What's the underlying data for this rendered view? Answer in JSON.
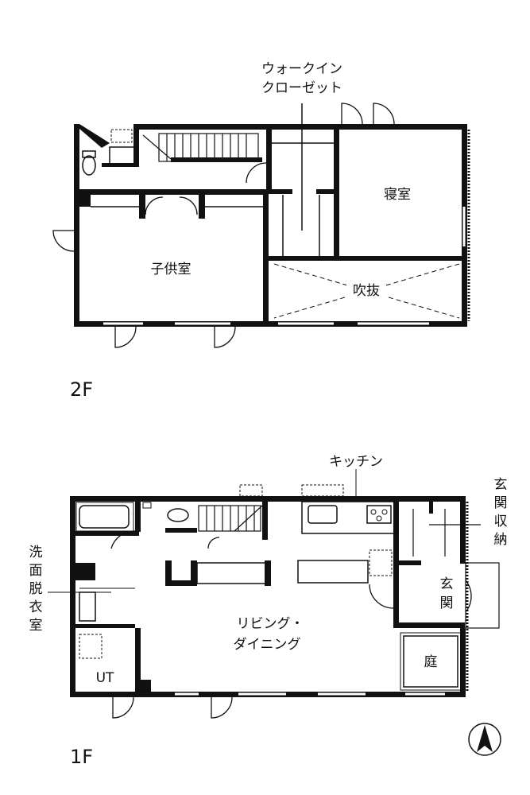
{
  "floors": {
    "second": {
      "label": "2F",
      "rooms": {
        "walk_in_closet_line1": "ウォークイン",
        "walk_in_closet_line2": "クローゼット",
        "bedroom": "寝室",
        "kids_room": "子供室",
        "void": "吹抜"
      }
    },
    "first": {
      "label": "1F",
      "rooms": {
        "kitchen": "キッチン",
        "entrance_storage": "玄関収納",
        "washroom": "洗面脱衣室",
        "entrance": "玄関",
        "living_dining_line1": "リビング・",
        "living_dining_line2": "ダイニング",
        "utility": "UT",
        "garden": "庭"
      }
    }
  },
  "colors": {
    "wall": "#111111",
    "paper": "#ffffff"
  },
  "icons": {
    "north_arrow": "north-arrow-icon"
  }
}
